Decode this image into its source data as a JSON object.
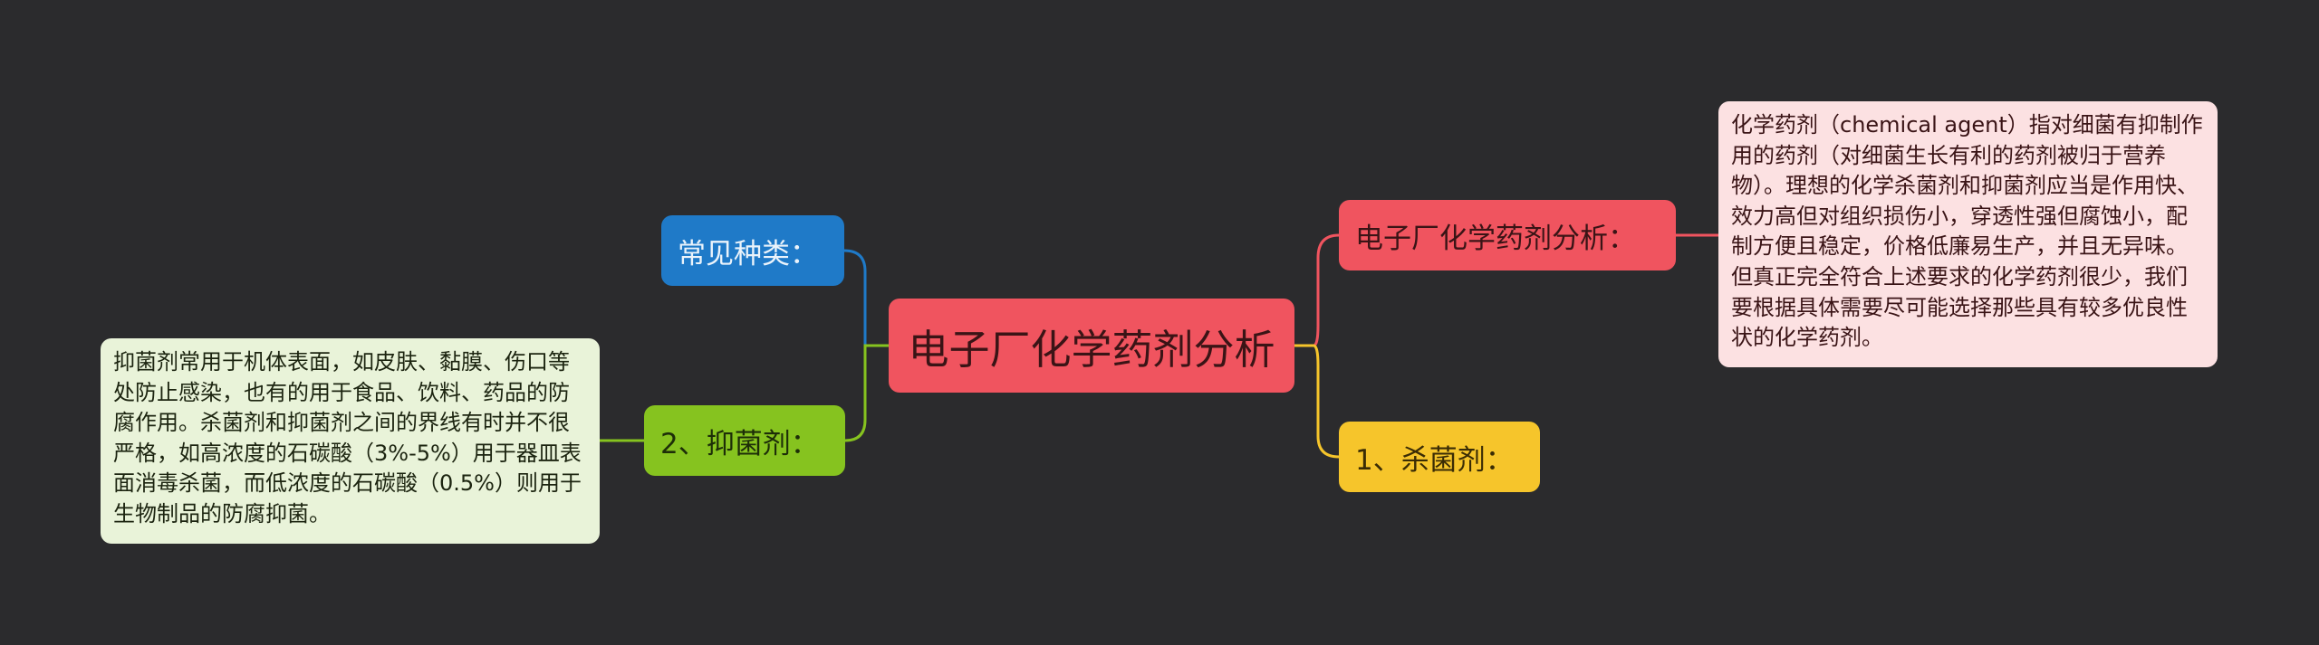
{
  "root": {
    "label": "电子厂化学药剂分析"
  },
  "branches": {
    "types": {
      "label": "常见种类："
    },
    "inhibitor": {
      "label": "2、抑菌剂："
    },
    "analysis": {
      "label": "电子厂化学药剂分析："
    },
    "bactericide": {
      "label": "1、杀菌剂："
    }
  },
  "leaves": {
    "inhibitor_text": "抑菌剂常用于机体表面，如皮肤、黏膜、伤口等处防止感染，也有的用于食品、饮料、药品的防腐作用。杀菌剂和抑菌剂之间的界线有时并不很严格，如高浓度的石碳酸（3%-5%）用于器皿表面消毒杀菌，而低浓度的石碳酸（0.5%）则用于生物制品的防腐抑菌。",
    "analysis_text": "化学药剂（chemical agent）指对细菌有抑制作用的药剂（对细菌生长有利的药剂被归于营养物）。理想的化学杀菌剂和抑菌剂应当是作用快、效力高但对组织损伤小，穿透性强但腐蚀小，配制方便且稳定，价格低廉易生产，并且无异味。但真正完全符合上述要求的化学药剂很少，我们要根据具体需要尽可能选择那些具有较多优良性状的化学药剂。"
  },
  "colors": {
    "background": "#2b2b2d",
    "root": "#f0545f",
    "types": "#1f7ac8",
    "inhibitor": "#86c31f",
    "analysis": "#f0545f",
    "bactericide": "#f6c52b",
    "inhibitor_leaf": "#e9f3d9",
    "analysis_leaf": "#fce1e2"
  }
}
